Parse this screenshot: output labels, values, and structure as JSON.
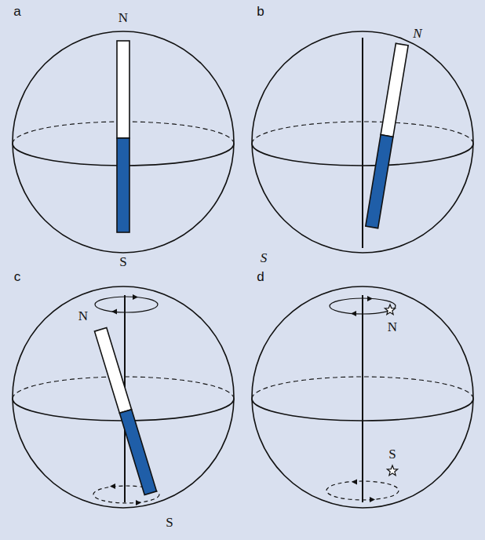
{
  "diagram": {
    "labels": [
      "a",
      "N",
      "S",
      "b",
      "N",
      "S",
      "c",
      "N",
      "S",
      "d",
      "N",
      "S"
    ]
  }
}
